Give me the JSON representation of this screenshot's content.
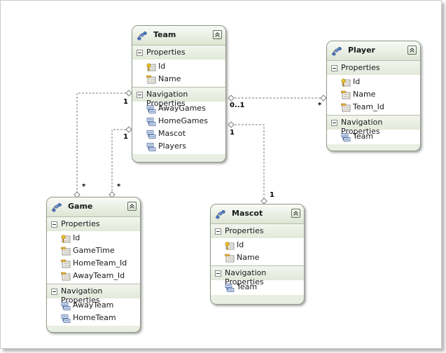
{
  "entities": {
    "team": {
      "title": "Team",
      "properties_label": "Properties",
      "properties": [
        "Id",
        "Name"
      ],
      "nav_label": "Navigation Properties",
      "nav": [
        "AwayGames",
        "HomeGames",
        "Mascot",
        "Players"
      ]
    },
    "player": {
      "title": "Player",
      "properties_label": "Properties",
      "properties": [
        "Id",
        "Name",
        "Team_Id"
      ],
      "nav_label": "Navigation Properties",
      "nav": [
        "Team"
      ]
    },
    "game": {
      "title": "Game",
      "properties_label": "Properties",
      "properties": [
        "Id",
        "GameTime",
        "HomeTeam_Id",
        "AwayTeam_Id"
      ],
      "nav_label": "Navigation Properties",
      "nav": [
        "AwayTeam",
        "HomeTeam"
      ]
    },
    "mascot": {
      "title": "Mascot",
      "properties_label": "Properties",
      "properties": [
        "Id",
        "Name"
      ],
      "nav_label": "Navigation Properties",
      "nav": [
        "Team"
      ]
    }
  },
  "associations": {
    "team_player": {
      "left": "0..1",
      "right": "*"
    },
    "team_game_a": {
      "top": "1",
      "bottom": "*"
    },
    "team_game_b": {
      "top": "1",
      "bottom": "*"
    },
    "team_mascot": {
      "top": "1",
      "bottom": "1"
    }
  },
  "icons": {
    "entity": "entity-type-icon",
    "key_property": "key-property-icon",
    "property": "scalar-property-icon",
    "navigation": "navigation-property-icon",
    "collapse": "collapse-chevron-icon"
  },
  "colors": {
    "entity_fill": "#e9efe2",
    "entity_border": "#8f9a87",
    "connector": "#7f7f7f"
  }
}
